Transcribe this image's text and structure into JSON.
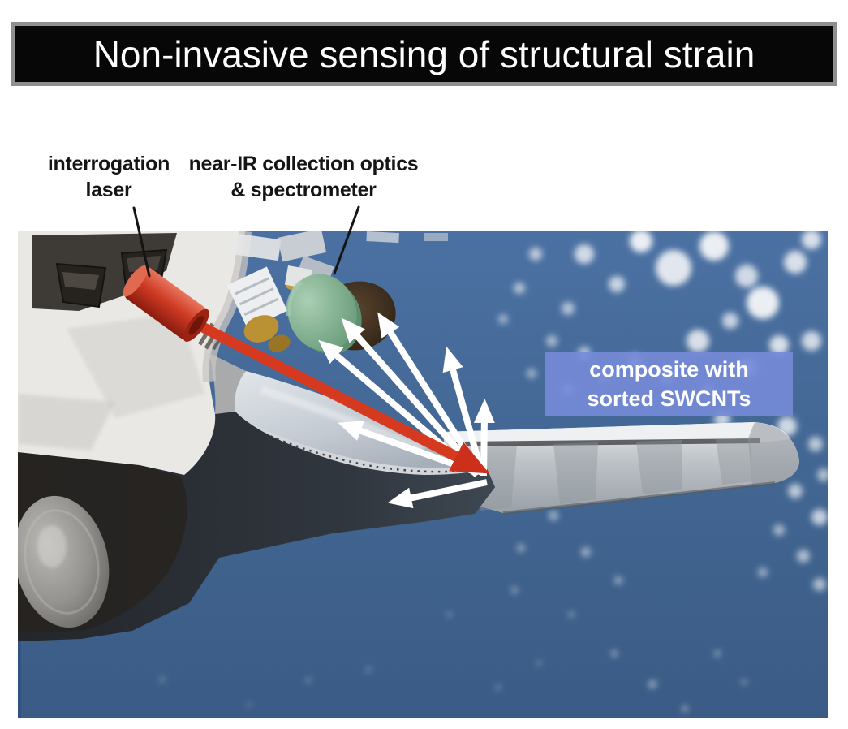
{
  "title": {
    "text": "Non-invasive sensing of structural strain"
  },
  "annotations": {
    "laser_label": "interrogation\nlaser",
    "optics_label": "near-IR collection optics\n& spectrometer",
    "composite_label": "composite with\nsorted SWCNTs"
  },
  "colors": {
    "banner_background": "#070707",
    "banner_border": "#8f8f8f",
    "banner_text": "#ffffff",
    "label_text": "#151515",
    "composite_box": "#768bd8",
    "composite_text": "#ffffff",
    "laser_red": "#cf3420",
    "optics_green": "#83b191",
    "scatter_arrow_white": "#ffffff",
    "sea_blue": "#46699a"
  },
  "figure": {
    "scene": "space shuttle orbiter nose and starboard wing seen from above over blue ocean with scattered clouds"
  }
}
